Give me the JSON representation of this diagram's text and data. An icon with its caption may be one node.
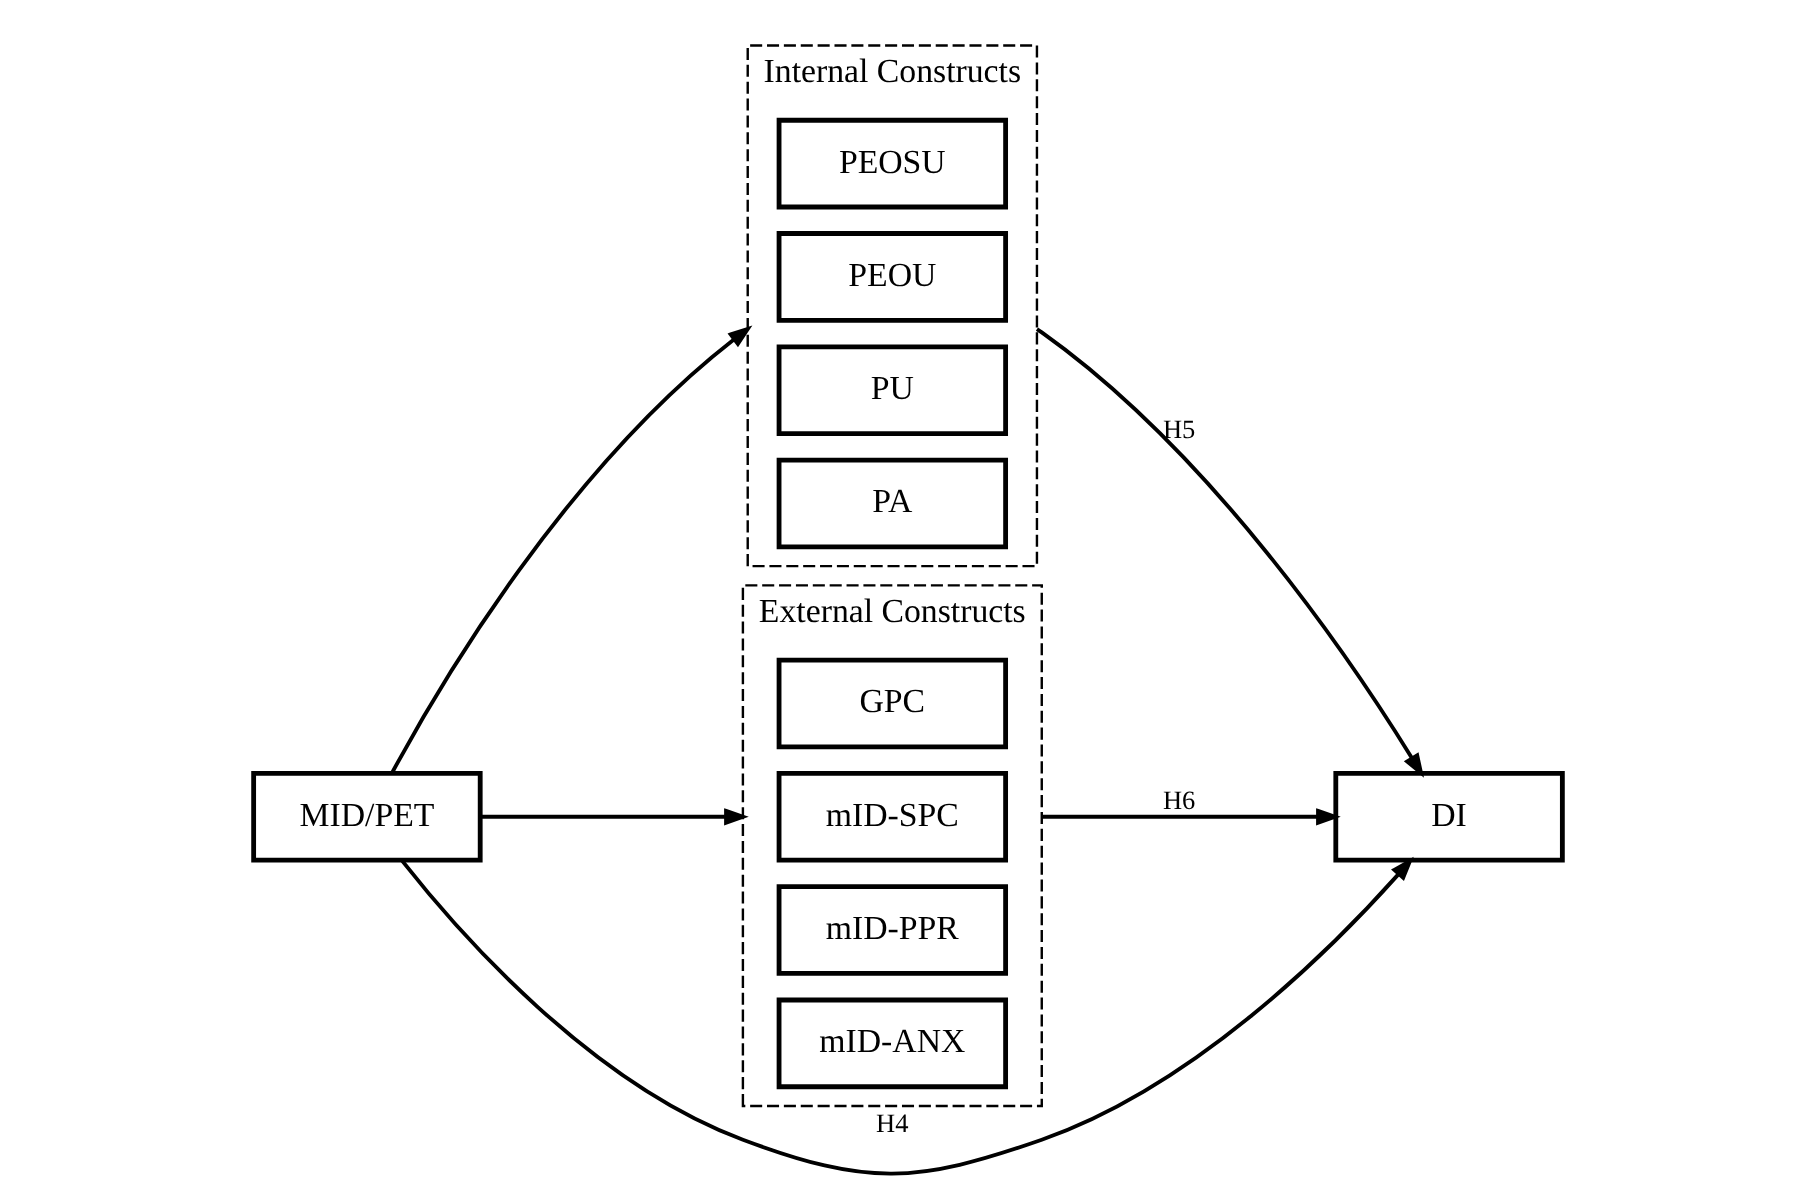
{
  "diagram": {
    "nodes": [
      {
        "text": [
          "MID/PET"
        ]
      },
      {
        "text": [
          "Internal Constructs"
        ]
      },
      {
        "text": [
          "PEOSU"
        ],
        "in": 1
      },
      {
        "text": [
          "PEOU"
        ],
        "in": 1
      },
      {
        "text": [
          "PU"
        ],
        "in": 1
      },
      {
        "text": [
          "PA"
        ],
        "in": 1
      },
      {
        "text": [
          "External Constructs"
        ]
      },
      {
        "text": [
          "GPC"
        ],
        "in": 6
      },
      {
        "text": [
          "mID-SPC"
        ],
        "in": 6
      },
      {
        "text": [
          "mID-PPR"
        ],
        "in": 6
      },
      {
        "text": [
          "mID-ANX"
        ],
        "in": 6
      },
      {
        "text": [
          "DI"
        ]
      }
    ],
    "edges": [
      {
        "from": 0,
        "to": 1,
        "arrow": "to"
      },
      {
        "from": 1,
        "to": 11,
        "arrow": "to",
        "label": "H5"
      },
      {
        "from": 0,
        "to": 11,
        "arrow": "to",
        "label": "H4"
      },
      {
        "from": 0,
        "to": 6,
        "arrow": "to"
      },
      {
        "from": 6,
        "to": 11,
        "arrow": "to",
        "label": "H6"
      }
    ]
  }
}
